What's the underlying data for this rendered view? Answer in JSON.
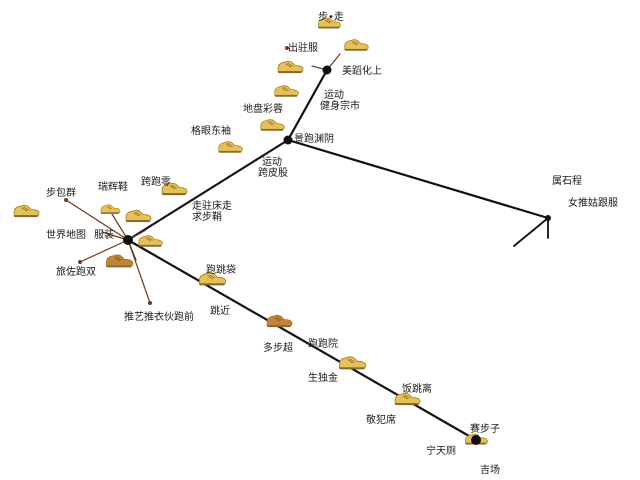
{
  "colors": {
    "line": "#111111",
    "branch": "#6b3a22",
    "shoe_fill": "#e6c15a",
    "shoe_stroke": "#9a7a22",
    "shoe_brown": "#c2843b",
    "node": "#111111"
  },
  "labels": {
    "top": "步•走",
    "top_left_1": "出驻服",
    "top_right_1": "美蹈化上",
    "mid_label_1": "运动",
    "mid_label_2": "健身宗市",
    "left_group": "地盘彩蓉",
    "joint_right": "景跑渊阴",
    "upper_mid_a": "运动",
    "upper_mid_b": "跨皮股",
    "grid_label": "格眼东袖",
    "far_left_1": "步包群",
    "far_left_2": "世界地图",
    "hub_label": "服装",
    "center_1": "瑞辉鞋",
    "center_2": "跨跑零",
    "diag_1": "走驻床走",
    "diag_2": "求步鞘",
    "left_low_1": "旅佐跑双",
    "bottom_left": "推艺推衣伙跑前",
    "run_1": "跑跳袋",
    "run_2": "跳近",
    "run_3": "跑跑院",
    "run_4": "多步超",
    "run_5": "生独金",
    "run_6": "饭跳离",
    "run_7": "敬犯席",
    "run_8": "赛步子",
    "run_9": "宁天厕",
    "run_end": "吉场",
    "right_top": "属石程",
    "right_mid": "女推姑跟服"
  },
  "icons": [
    "shoe-icon",
    "node-dot-icon",
    "branch-line-icon"
  ]
}
